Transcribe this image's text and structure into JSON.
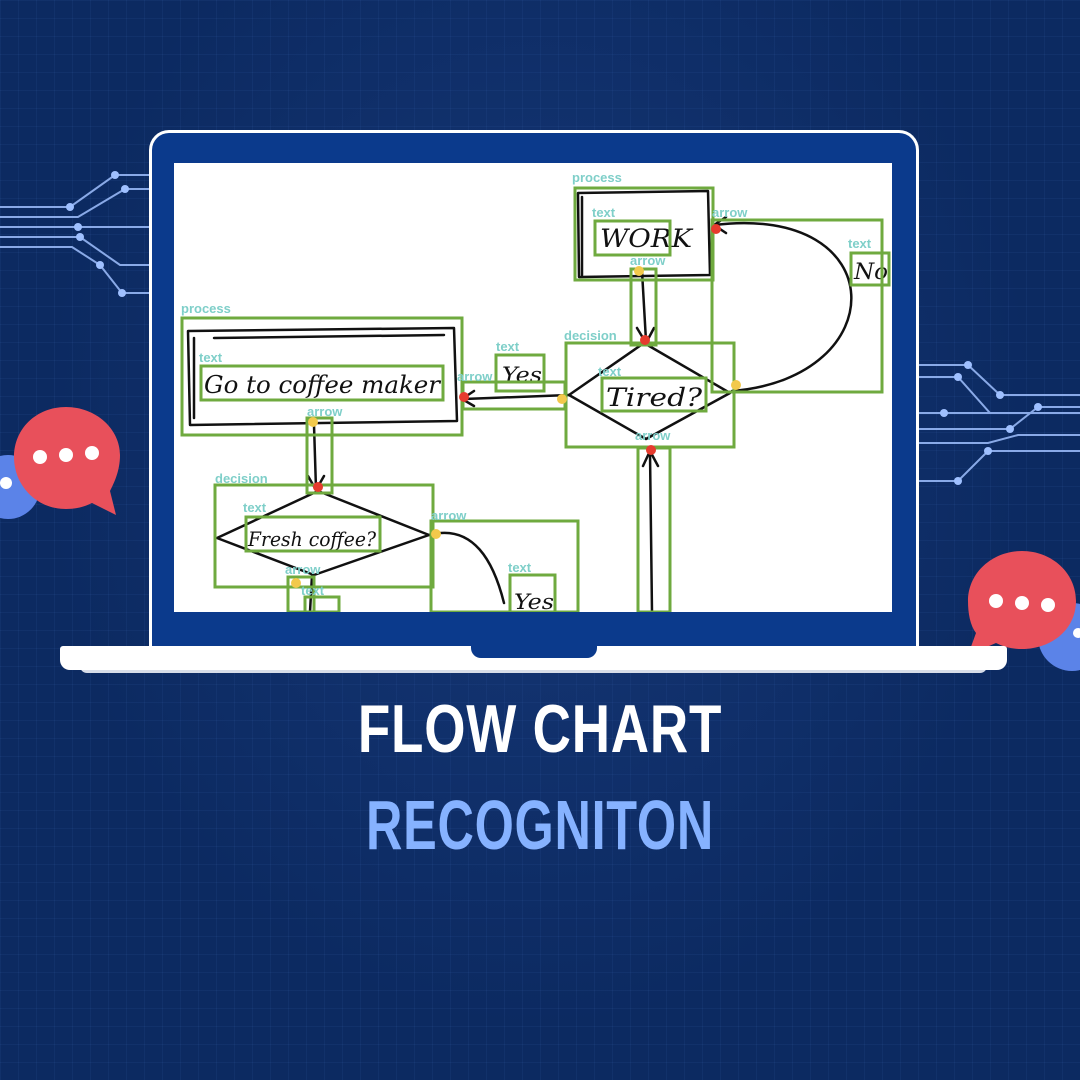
{
  "title": {
    "line1": "FLOW CHART",
    "line2": "RECOGNITON"
  },
  "colors": {
    "background": "#0c2a61",
    "laptop_frame": "#0b3a8c",
    "title_primary": "#ffffff",
    "title_accent": "#86b2ff",
    "detection_box": "#6faa3f",
    "detection_label": "#7fcfc9",
    "bubble_red": "#e8505b",
    "bubble_blue": "#5b83e8"
  },
  "flowchart": {
    "labels": {
      "process_1": "process",
      "process_2": "process",
      "decision_1": "decision",
      "decision_2": "decision",
      "arrow_1": "arrow",
      "arrow_2": "arrow",
      "arrow_3": "arrow",
      "arrow_4": "arrow",
      "arrow_5": "arrow",
      "arrow_6": "arrow",
      "arrow_7": "arrow",
      "text_1": "text",
      "text_2": "text",
      "text_3": "text",
      "text_4": "text",
      "text_5": "text",
      "text_6": "text",
      "text_7": "text",
      "text_8": "text"
    },
    "handwriting": {
      "work": "WORK",
      "no": "No",
      "go_to_coffee": "Go to coffee maker",
      "yes_1": "Yes",
      "tired": "Tired?",
      "fresh_coffee": "Fresh coffee?",
      "yes_2": "Yes"
    }
  },
  "icons": {
    "left_bubble": "chat-bubble-icon",
    "right_bubble": "chat-bubble-icon",
    "left_circuit": "circuit-lines-icon",
    "right_circuit": "circuit-lines-icon"
  }
}
